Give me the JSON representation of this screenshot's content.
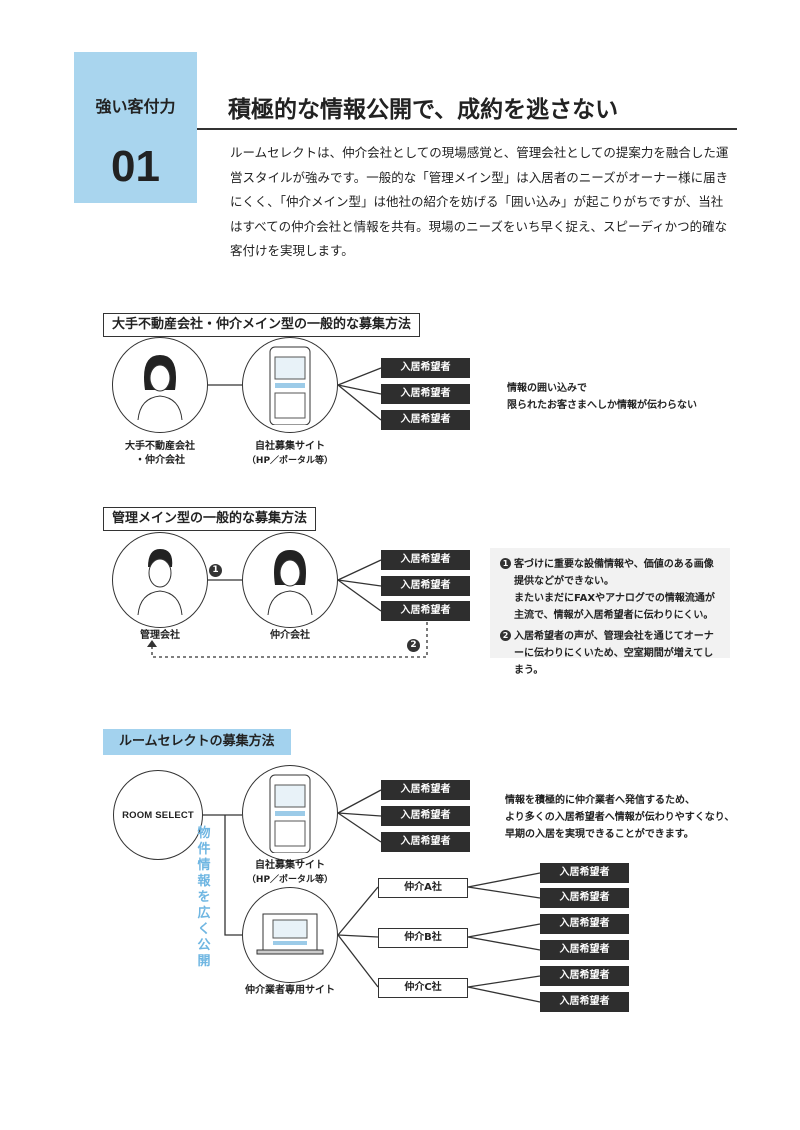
{
  "header": {
    "tag": "強い客付力",
    "number": "01",
    "title": "積極的な情報公開で、成約を逃さない",
    "paragraph": "ルームセレクトは、仲介会社としての現場感覚と、管理会社としての提案力を融合した運営スタイルが強みです。一般的な「管理メイン型」は入居者のニーズがオーナー様に届きにくく、「仲介メイン型」は他社の紹介を妨げる「囲い込み」が起こりがちですが、当社はすべての仲介会社と情報を共有。現場のニーズをいち早く捉え、スピーディかつ的確な客付けを実現します。"
  },
  "section1": {
    "title": "大手不動産会社・仲介メイン型の一般的な募集方法",
    "company_label": "大手不動産会社\n・仲介会社",
    "site_label": "自社募集サイト",
    "site_sub": "（HP／ポータル等）",
    "boxes": [
      "入居希望者",
      "入居希望者",
      "入居希望者"
    ],
    "note1": "情報の囲い込みで",
    "note2": "限られたお客さまへしか情報が伝わらない"
  },
  "section2": {
    "title": "管理メイン型の一般的な募集方法",
    "mgmt_label": "管理会社",
    "agent_label": "仲介会社",
    "boxes": [
      "入居希望者",
      "入居希望者",
      "入居希望者"
    ],
    "marker1": "1",
    "marker2": "2",
    "notes": [
      "客づけに重要な設備情報や、価値のある画像提供などができない。",
      "またいまだにFAXやアナログでの情報流通が主流で、情報が入居希望者に伝わりにくい。",
      "入居希望者の声が、管理会社を通じてオーナーに伝わりにくいため、空室期間が増えてしまう。"
    ]
  },
  "section3": {
    "title": "ルームセレクトの募集方法",
    "logo": "ROOM SELECT",
    "site_label": "自社募集サイト",
    "site_sub": "（HP／ポータル等）",
    "agent_site_label": "仲介業者専用サイト",
    "vertical_text": "物件情報を広く公開",
    "boxes": [
      "入居希望者",
      "入居希望者",
      "入居希望者"
    ],
    "note": [
      "情報を積極的に仲介業者へ発信するため、",
      "より多くの入居希望者へ情報が伝わりやすくなり、",
      "早期の入居を実現できることができます。"
    ],
    "agents": [
      "仲介A社",
      "仲介B社",
      "仲介C社"
    ],
    "agent_boxes": [
      "入居希望者",
      "入居希望者",
      "入居希望者",
      "入居希望者",
      "入居希望者",
      "入居希望者"
    ]
  }
}
